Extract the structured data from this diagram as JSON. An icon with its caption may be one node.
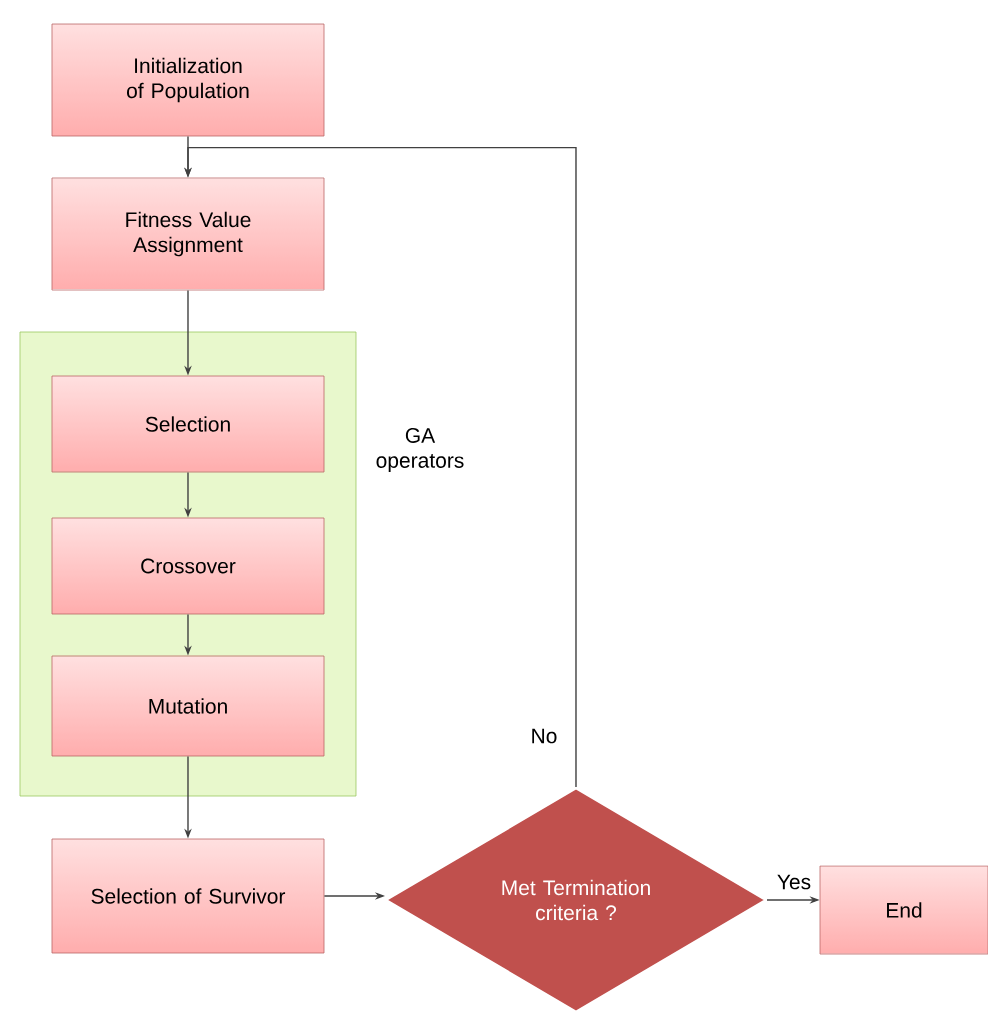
{
  "diagram": {
    "nodes": [
      {
        "text": [
          "Initialization of Population"
        ]
      },
      {
        "text": [
          "Fitness Value Assignment"
        ]
      },
      {
        "text": [
          "GA operators"
        ]
      },
      {
        "text": [
          "Selection"
        ],
        "in": 2
      },
      {
        "text": [
          "Crossover"
        ],
        "in": 2
      },
      {
        "text": [
          "Mutation"
        ],
        "in": 2
      },
      {
        "text": [
          "Selection of Survivor"
        ]
      },
      {
        "text": [
          "Met Termination criteria ?"
        ]
      },
      {
        "text": [
          "End"
        ]
      }
    ],
    "edges": [
      {
        "from": 0,
        "to": 1,
        "arrow": "to"
      },
      {
        "from": 1,
        "to": 3,
        "arrow": "to"
      },
      {
        "from": 3,
        "to": 4,
        "arrow": "to"
      },
      {
        "from": 4,
        "to": 5,
        "arrow": "to"
      },
      {
        "from": 5,
        "to": 6,
        "arrow": "to"
      },
      {
        "from": 6,
        "to": 7,
        "arrow": "to"
      },
      {
        "from": 7,
        "to": 8,
        "arrow": "to",
        "label": "Yes"
      },
      {
        "from": 7,
        "to": 1,
        "arrow": "to",
        "label": "No"
      }
    ]
  }
}
